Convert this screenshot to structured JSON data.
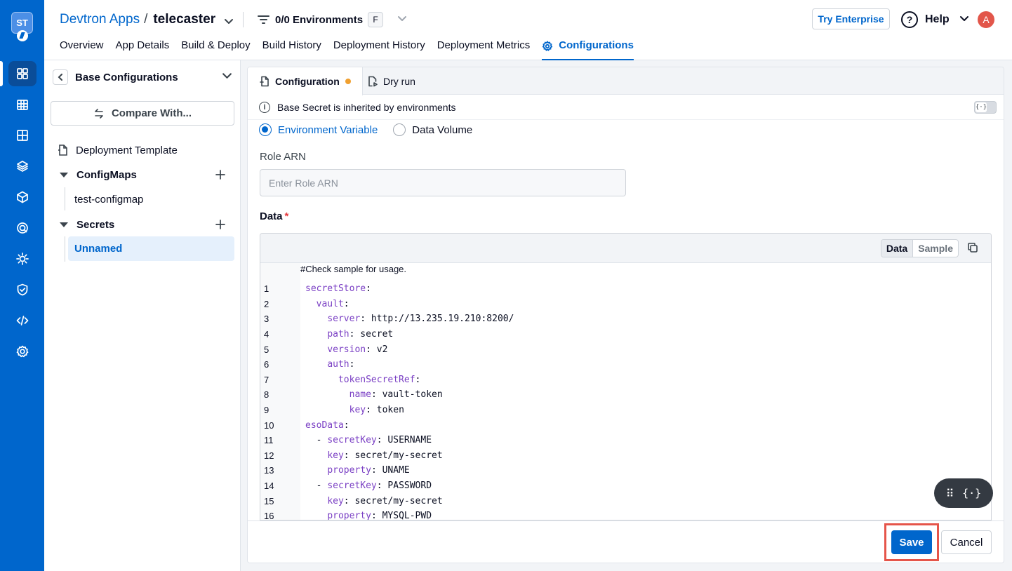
{
  "brand": {
    "logo_text": "ST"
  },
  "header": {
    "breadcrumb_root": "Devtron Apps",
    "breadcrumb_sep": "/",
    "app_name": "telecaster",
    "env_selector": "0/0 Environments",
    "env_badge": "F",
    "try_enterprise": "Try Enterprise",
    "help": "Help",
    "avatar_initial": "A",
    "tabs": [
      "Overview",
      "App Details",
      "Build & Deploy",
      "Build History",
      "Deployment History",
      "Deployment Metrics",
      "Configurations"
    ]
  },
  "sidebar": {
    "title": "Base Configurations",
    "compare_label": "Compare With...",
    "deployment_template": "Deployment Template",
    "configmaps_label": "ConfigMaps",
    "configmap_items": [
      "test-configmap"
    ],
    "secrets_label": "Secrets",
    "secret_items": [
      "Unnamed"
    ]
  },
  "main": {
    "tab_configuration": "Configuration",
    "tab_dry_run": "Dry run",
    "inherit_note": "Base Secret is inherited by environments",
    "radio_env": "Environment Variable",
    "radio_volume": "Data Volume",
    "role_arn_label": "Role ARN",
    "role_arn_placeholder": "Enter Role ARN",
    "data_label": "Data",
    "required_mark": "*",
    "editor_toggle_data": "Data",
    "editor_toggle_sample": "Sample",
    "editor_comment": "#Check sample for usage.",
    "code_lines": [
      {
        "n": "1",
        "indent": "",
        "key": "secretStore",
        "val": ":"
      },
      {
        "n": "2",
        "indent": "  ",
        "key": "vault",
        "val": ":"
      },
      {
        "n": "3",
        "indent": "    ",
        "key": "server",
        "val": ": http://13.235.19.210:8200/"
      },
      {
        "n": "4",
        "indent": "    ",
        "key": "path",
        "val": ": secret"
      },
      {
        "n": "5",
        "indent": "    ",
        "key": "version",
        "val": ": v2"
      },
      {
        "n": "6",
        "indent": "    ",
        "key": "auth",
        "val": ":"
      },
      {
        "n": "7",
        "indent": "      ",
        "key": "tokenSecretRef",
        "val": ":"
      },
      {
        "n": "8",
        "indent": "        ",
        "key": "name",
        "val": ": vault-token"
      },
      {
        "n": "9",
        "indent": "        ",
        "key": "key",
        "val": ": token"
      },
      {
        "n": "10",
        "indent": "",
        "key": "esoData",
        "val": ":"
      },
      {
        "n": "11",
        "indent": "  - ",
        "key": "secretKey",
        "val": ": USERNAME"
      },
      {
        "n": "12",
        "indent": "    ",
        "key": "key",
        "val": ": secret/my-secret"
      },
      {
        "n": "13",
        "indent": "    ",
        "key": "property",
        "val": ": UNAME"
      },
      {
        "n": "14",
        "indent": "  - ",
        "key": "secretKey",
        "val": ": PASSWORD"
      },
      {
        "n": "15",
        "indent": "    ",
        "key": "key",
        "val": ": secret/my-secret"
      },
      {
        "n": "16",
        "indent": "    ",
        "key": "property",
        "val": ": MYSQL-PWD"
      }
    ],
    "save": "Save",
    "cancel": "Cancel"
  },
  "colors": {
    "accent": "#0066cc",
    "rail": "#0066cc",
    "unsaved_dot": "#f0a030",
    "highlight": "#e5554a"
  }
}
